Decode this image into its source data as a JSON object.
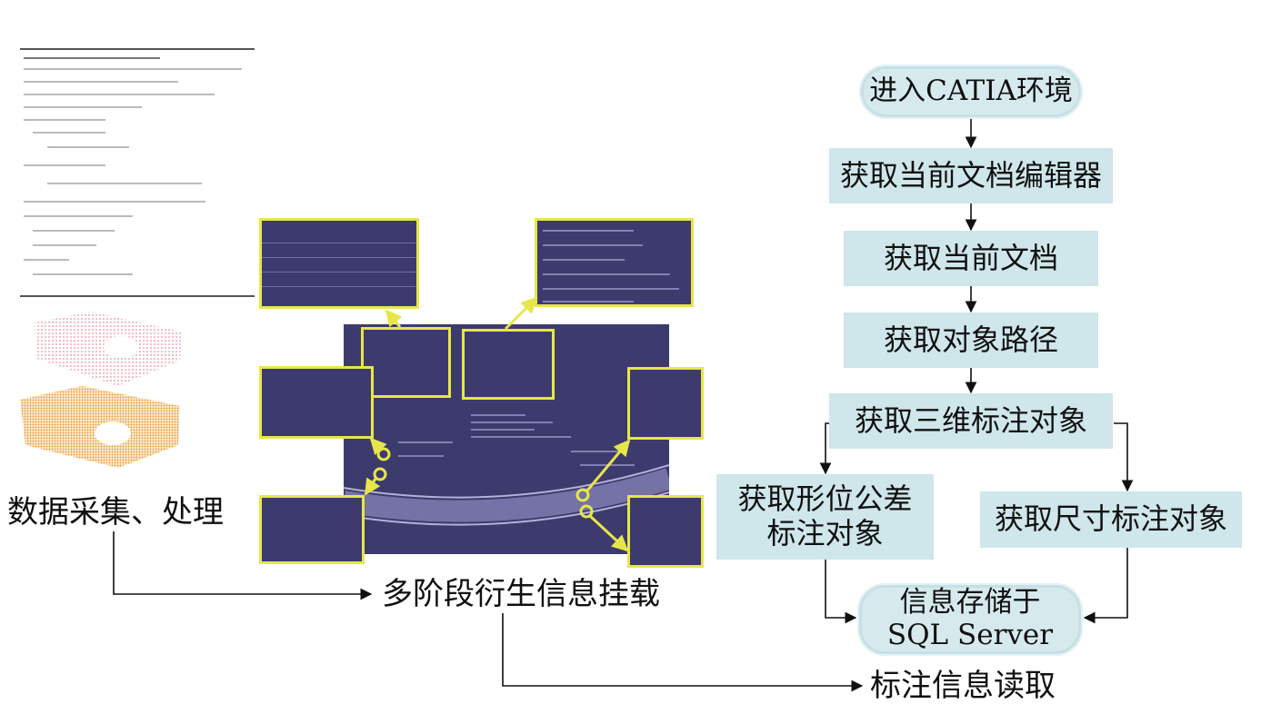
{
  "captions": {
    "data_collection": "数据采集、处理",
    "info_mount": "多阶段衍生信息挂载",
    "annotation_read": "标注信息读取"
  },
  "flowchart": {
    "start": "进入CATIA环境",
    "step1": "获取当前文档编辑器",
    "step2": "获取当前文档",
    "step3": "获取对象路径",
    "step4": "获取三维标注对象",
    "branch_left": "获取形位公差\n标注对象",
    "branch_right": "获取尺寸标注对象",
    "end_line1": "信息存储于",
    "end_line2": "SQL Server"
  },
  "colors": {
    "flow_box": "#cfe6ea",
    "catia_background": "#3d3b6d",
    "highlight": "#e6e64a",
    "point_cloud_pink": "#f2b8bf",
    "point_cloud_orange": "#eba64a"
  }
}
